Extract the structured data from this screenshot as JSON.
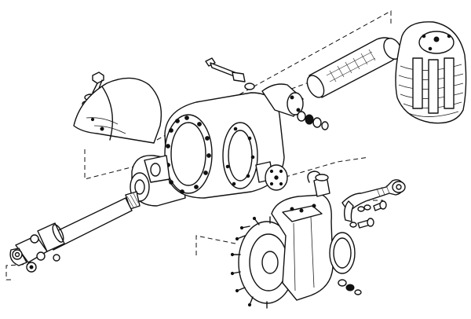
{
  "diagram": {
    "style": "exploded-view line drawing",
    "colors": {
      "ink": "#111111",
      "paper": "#ffffff"
    },
    "components": [
      "propeller-shaft",
      "universal-joint",
      "differential-housing",
      "axle-guard",
      "pinion-stud",
      "splined-axle-shaft",
      "brake-drum-assembly",
      "swivel-hub-assembly",
      "steering-arm",
      "fasteners"
    ]
  }
}
